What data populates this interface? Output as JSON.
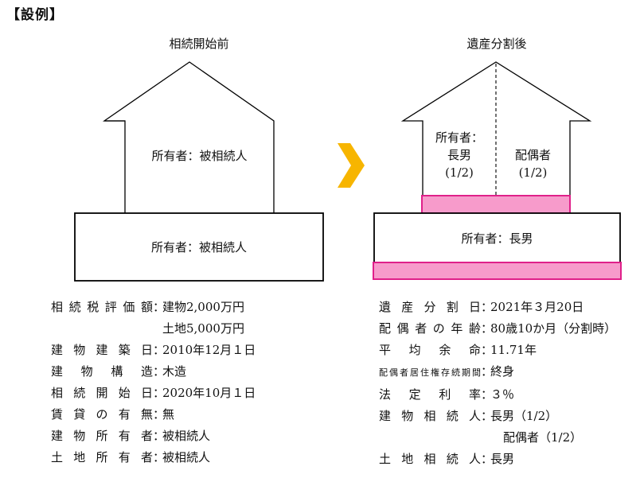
{
  "heading": "【設例】",
  "before": {
    "caption": "相続開始前",
    "building_owner": "所有者：被相続人",
    "land_owner": "所有者：被相続人"
  },
  "after": {
    "caption": "遺産分割後",
    "left_owner_line1": "所有者：",
    "left_owner_line2": "長男",
    "left_owner_share": "(1/2)",
    "right_owner_line1": "配偶者",
    "right_owner_share": "(1/2)",
    "land_owner": "所有者：長男"
  },
  "colors": {
    "arrow": "#F7B500",
    "pink_fill": "#F79BCB",
    "pink_stroke": "#E0208A"
  },
  "left_info": [
    {
      "key": "相続税評価額",
      "value": "建物2,000万円"
    },
    {
      "key": "",
      "value": "土地5,000万円"
    },
    {
      "key": "建物建築日",
      "value": "2010年12月１日"
    },
    {
      "key": "建物構造",
      "value": "木造"
    },
    {
      "key": "相続開始日",
      "value": "2020年10月１日"
    },
    {
      "key": "賃貸の有無",
      "value": "無"
    },
    {
      "key": "建物所有者",
      "value": "被相続人"
    },
    {
      "key": "土地所有者",
      "value": "被相続人"
    }
  ],
  "right_info": [
    {
      "key": "遺産分割日",
      "value": "2021年３月20日"
    },
    {
      "key": "配偶者の年齢",
      "value": "80歳10か月（分割時）"
    },
    {
      "key": "平均余命",
      "value": "11.71年"
    },
    {
      "key": "配偶者居住権存続期間",
      "value": "終身"
    },
    {
      "key": "法定利率",
      "value": "３％"
    },
    {
      "key": "建物相続人",
      "value": "長男（1/2）"
    },
    {
      "key": "",
      "value": "配偶者（1/2）"
    },
    {
      "key": "土地相続人",
      "value": "長男"
    }
  ]
}
